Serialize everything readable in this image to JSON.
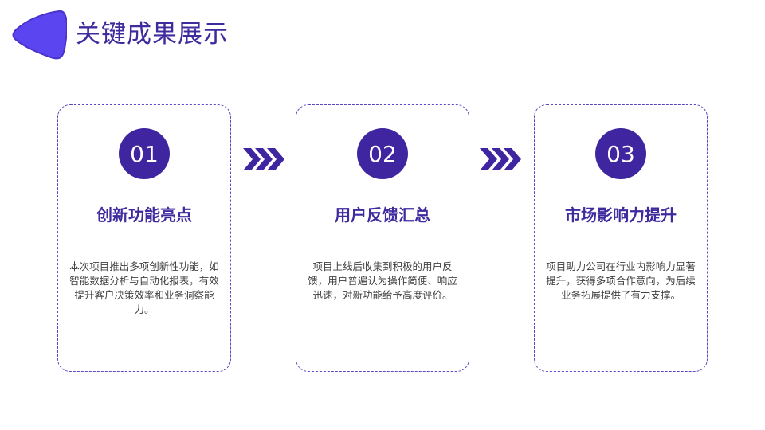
{
  "header": {
    "title": "关键成果展示"
  },
  "colors": {
    "accent": "#3f26a0",
    "logo": "#5b45f0"
  },
  "cards": [
    {
      "number": "01",
      "title": "创新功能亮点",
      "body": "本次项目推出多项创新性功能，如智能数据分析与自动化报表，有效提升客户决策效率和业务洞察能力。"
    },
    {
      "number": "02",
      "title": "用户反馈汇总",
      "body": "项目上线后收集到积极的用户反馈，用户普遍认为操作简便、响应迅速，对新功能给予高度评价。"
    },
    {
      "number": "03",
      "title": "市场影响力提升",
      "body": "项目助力公司在行业内影响力显著提升，获得多项合作意向，为后续业务拓展提供了有力支撑。"
    }
  ]
}
